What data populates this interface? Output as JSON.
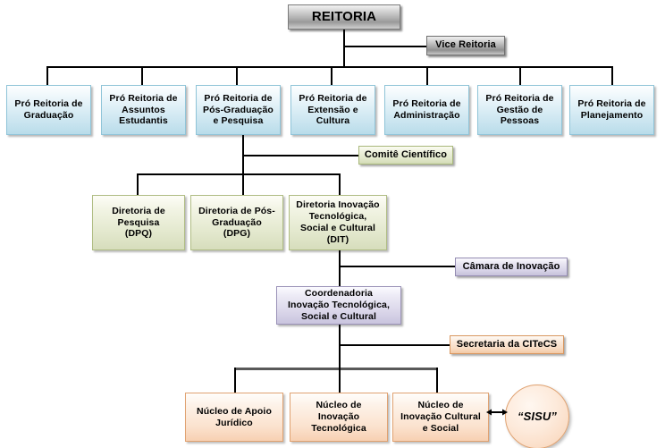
{
  "diagram": {
    "title": "Organograma REITORIA",
    "colors": {
      "silver": "#b4b4b4",
      "blue": "#d4eaf3",
      "green": "#e4e9cf",
      "purple": "#dbd7ea",
      "orange": "#fbe2ce",
      "line": "#000000",
      "line_thick": "#595959"
    },
    "nodes": {
      "reitoria": "REITORIA",
      "vice_reitoria": "Vice Reitoria",
      "pro_graduacao": "Pró Reitoria de\nGraduação",
      "pro_assuntos": "Pró Reitoria de\nAssuntos\nEstudantis",
      "pro_pos": "Pró Reitoria de\nPós-Graduação\ne Pesquisa",
      "pro_extensao": "Pró Reitoria de\nExtensão e\nCultura",
      "pro_administracao": "Pró Reitoria de\nAdministração",
      "pro_gestao": "Pró Reitoria de\nGestão de\nPessoas",
      "pro_planejamento": "Pró Reitoria de\nPlanejamento",
      "comite_cientifico": "Comitê Científico",
      "diretoria_pesquisa": "Diretoria de\nPesquisa\n(DPQ)",
      "diretoria_pos": "Diretoria de Pós-\nGraduação\n(DPG)",
      "diretoria_inovacao": "Diretoria Inovação\nTecnológica,\nSocial e Cultural\n(DIT)",
      "camara_inovacao": "Câmara de Inovação",
      "coordenadoria": "Coordenadoria\nInovação Tecnológica,\nSocial e Cultural",
      "secretaria_citecs": "Secretaria da CITeCS",
      "nucleo_juridico": "Núcleo de Apoio\nJurídico",
      "nucleo_tecnologica": "Núcleo de\nInovação\nTecnológica",
      "nucleo_cultural": "Núcleo de\nInovação Cultural\ne Social",
      "sisu": "“SISU”"
    }
  }
}
